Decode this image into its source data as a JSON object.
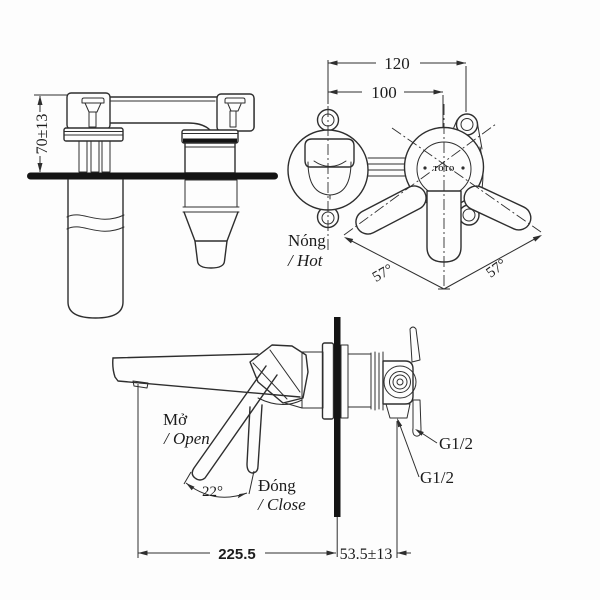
{
  "drawing": {
    "brand_logo": "TOTO",
    "top_view": {
      "dim_height": "70±13"
    },
    "front_view": {
      "dim_mount_spacing": "120",
      "dim_center_spacing": "100",
      "hot_label_vi": "Nóng",
      "hot_label_en": "/ Hot",
      "swing_angle_left": "57°",
      "swing_angle_right": "57°"
    },
    "side_view": {
      "open_label_vi": "Mở",
      "open_label_en": "/ Open",
      "close_label_vi": "Đóng",
      "close_label_en": "/ Close",
      "lever_angle": "22°",
      "thread_spout": "G1/2",
      "thread_outlet": "G1/2",
      "dim_spout_reach": "225.5",
      "dim_wall_depth": "53.5±13"
    },
    "colors": {
      "line": "#2e2e2e",
      "solid_fill": "#141414",
      "background": "#fdfdfd"
    }
  }
}
